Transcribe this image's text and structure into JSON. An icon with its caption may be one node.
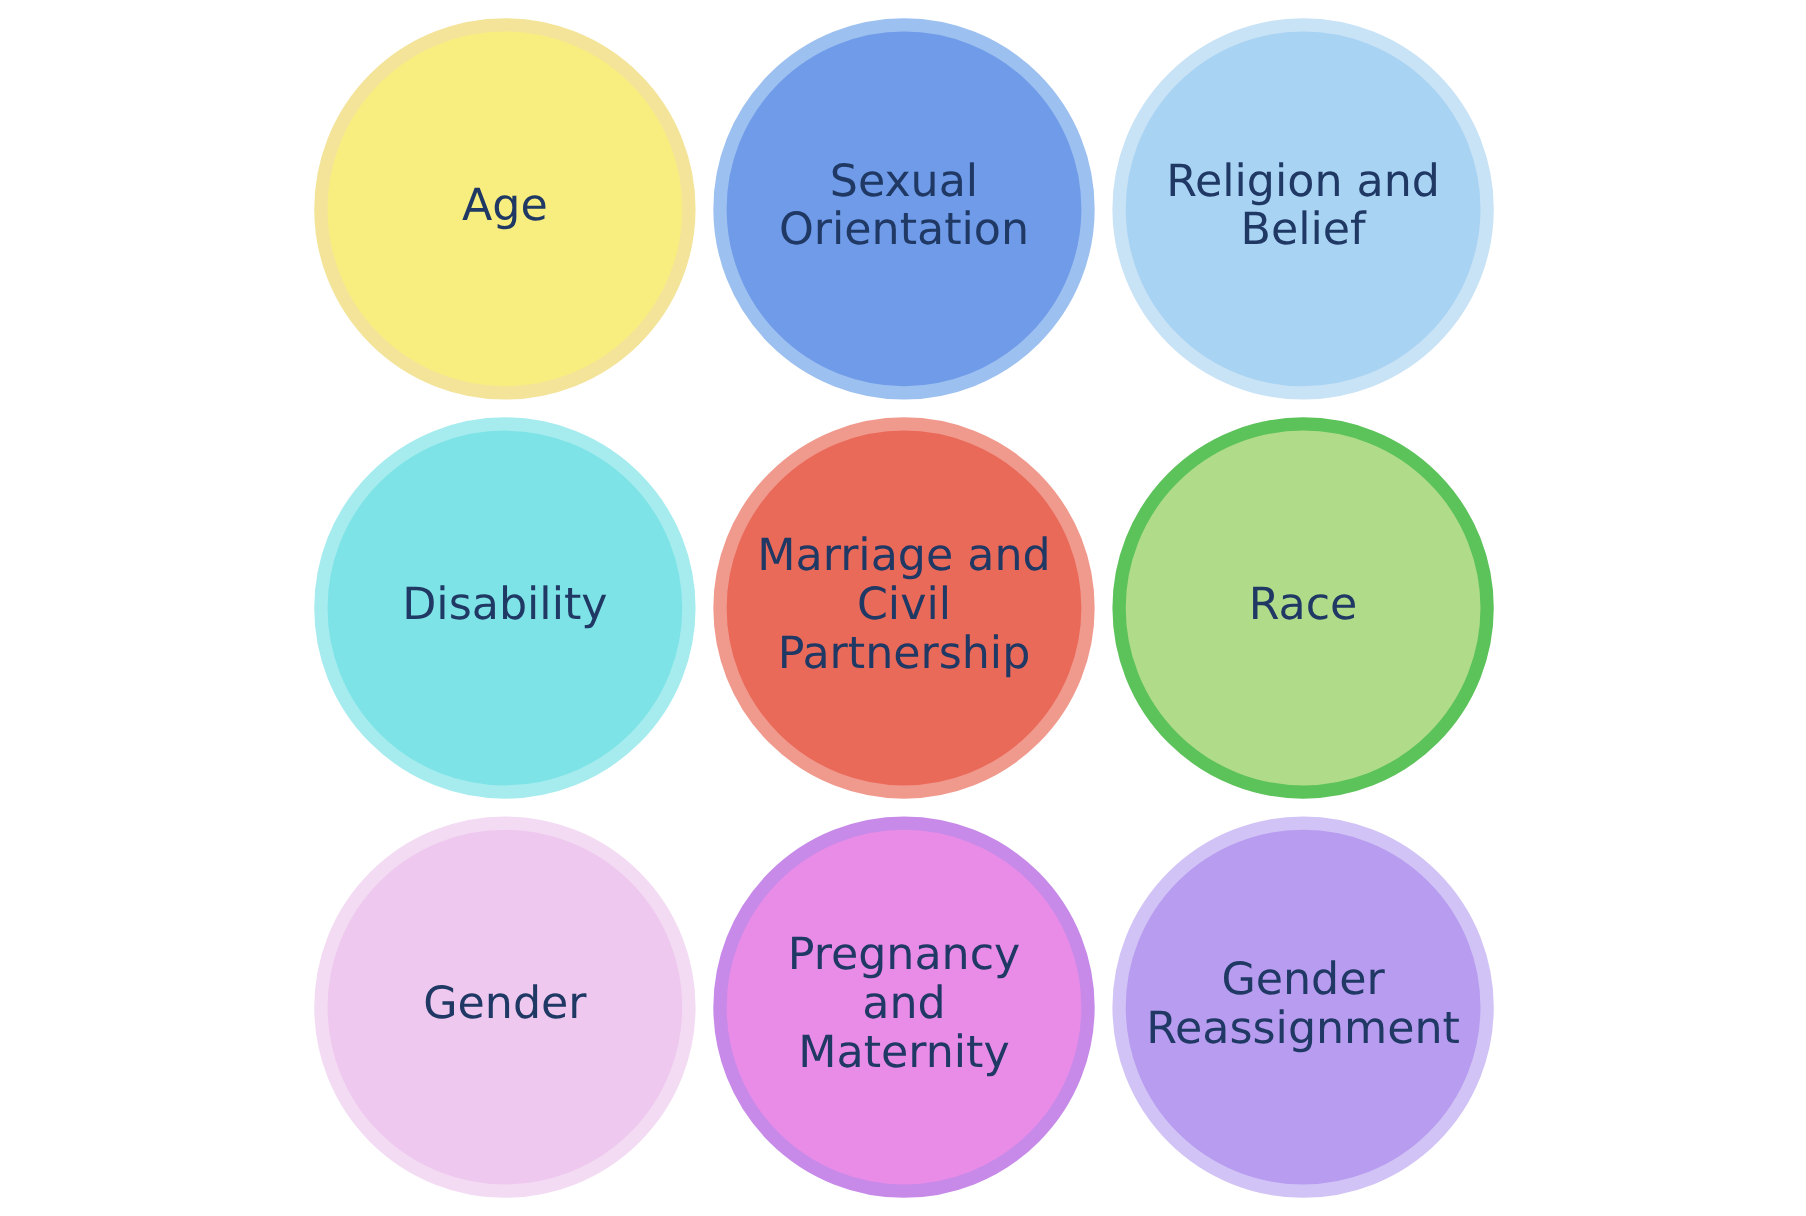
{
  "diagram": {
    "nodes": [
      {
        "text": [
          "Age"
        ]
      },
      {
        "text": [
          "Sexual Orientation"
        ]
      },
      {
        "text": [
          "Religion and Belief"
        ]
      },
      {
        "text": [
          "Disability"
        ]
      },
      {
        "text": [
          "Marriage and Civil Partnership"
        ]
      },
      {
        "text": [
          "Race"
        ]
      },
      {
        "text": [
          "Gender Reassignment"
        ]
      },
      {
        "text": [
          "Gender"
        ]
      },
      {
        "text": [
          "Pregnancy and Maternity"
        ]
      }
    ]
  }
}
